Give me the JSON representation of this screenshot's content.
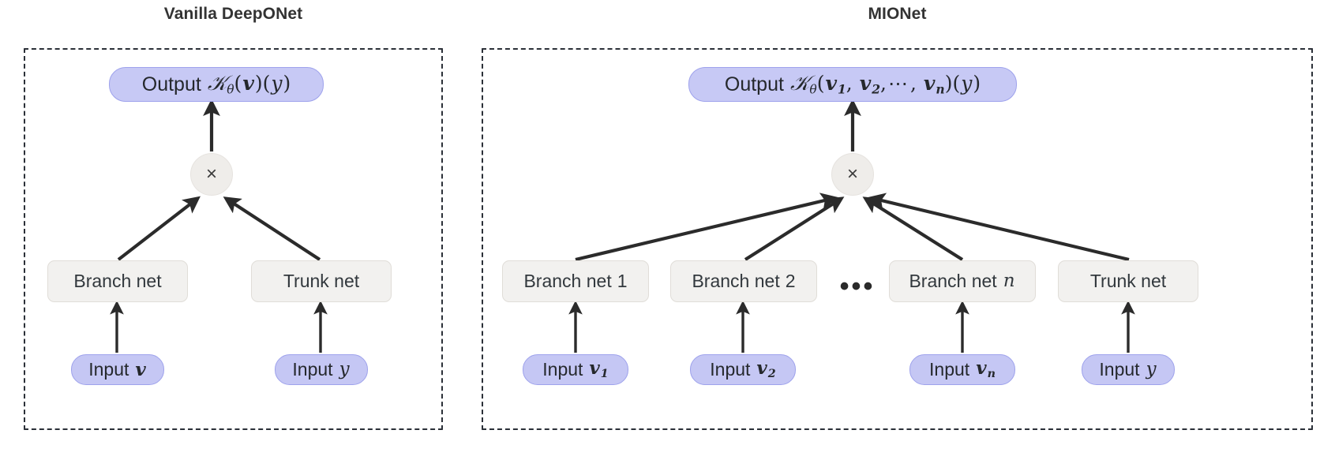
{
  "figure": {
    "kind": "architecture-diagram",
    "background": "#ffffff",
    "colors": {
      "io_fill": "#c5c7f4",
      "io_border": "#9ea2ec",
      "net_fill": "#f2f1ef",
      "net_border": "#e0ddd8",
      "mul_fill": "#efedea",
      "edge": "#2b2b2b",
      "dashed_border": "#2b3038",
      "title": "#333333"
    }
  },
  "panels": [
    {
      "id": "vanilla-deeponet",
      "title": "Vanilla DeepONet",
      "output": {
        "prefix": "Output",
        "operator": "G",
        "operator_subscript": "θ",
        "args": [
          "v"
        ],
        "eval_arg": "y",
        "full_text": "Output 𝒢θ(v)(y)"
      },
      "merge_node": {
        "symbol": "×",
        "name": "multiply"
      },
      "nets": [
        {
          "label": "Branch net",
          "subscript": ""
        },
        {
          "label": "Trunk net",
          "subscript": ""
        }
      ],
      "inputs": [
        {
          "prefix": "Input",
          "symbol": "v",
          "subscript": "",
          "bold": true
        },
        {
          "prefix": "Input",
          "symbol": "y",
          "subscript": "",
          "bold": false
        }
      ],
      "ellipsis": ""
    },
    {
      "id": "mionet",
      "title": "MIONet",
      "output": {
        "prefix": "Output",
        "operator": "G",
        "operator_subscript": "θ",
        "args": [
          "v₁",
          "v₂",
          "⋯",
          "vₙ"
        ],
        "eval_arg": "y",
        "full_text": "Output 𝒢θ(v₁, v₂, ⋯ , vₙ)(y)"
      },
      "merge_node": {
        "symbol": "×",
        "name": "multiply"
      },
      "nets": [
        {
          "label": "Branch net",
          "subscript": "1"
        },
        {
          "label": "Branch net",
          "subscript": "2"
        },
        {
          "label": "Branch net",
          "subscript": "n"
        },
        {
          "label": "Trunk net",
          "subscript": ""
        }
      ],
      "inputs": [
        {
          "prefix": "Input",
          "symbol": "v",
          "subscript": "1",
          "bold": true
        },
        {
          "prefix": "Input",
          "symbol": "v",
          "subscript": "2",
          "bold": true
        },
        {
          "prefix": "Input",
          "symbol": "v",
          "subscript": "n",
          "bold": true
        },
        {
          "prefix": "Input",
          "symbol": "y",
          "subscript": "",
          "bold": false
        }
      ],
      "ellipsis": "•••"
    }
  ]
}
